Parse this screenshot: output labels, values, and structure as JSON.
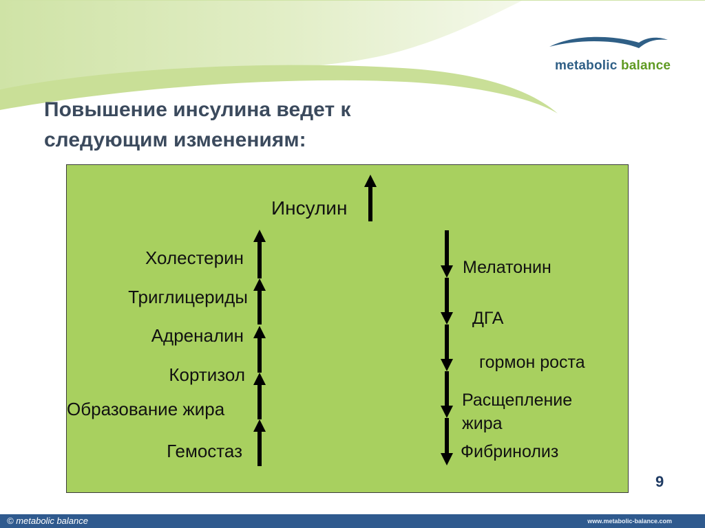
{
  "brand": {
    "logo_word1": "metabolic",
    "logo_word2": "balance",
    "colors": {
      "primary_blue": "#2f5f86",
      "accent_green": "#5f9a22",
      "panel_green": "#a8d05f",
      "footer_blue": "#2f5a8e"
    }
  },
  "slide": {
    "title_line1": "Повышение инсулина ведет к",
    "title_line2": "следующим изменениям:",
    "page_number": "9"
  },
  "diagram": {
    "center": {
      "label": "Инсулин",
      "direction": "up"
    },
    "increases": [
      "Холестерин",
      "Триглицериды",
      "Адреналин",
      "Кортизол",
      "Образование жира",
      "Гемостаз"
    ],
    "decreases": [
      "Мелатонин",
      "ДГА",
      "гормон роста",
      "Расщепление",
      "жира",
      "Фибринолиз"
    ]
  },
  "footer": {
    "copyright": "© metabolic balance",
    "url": "www.metabolic-balance.com"
  }
}
